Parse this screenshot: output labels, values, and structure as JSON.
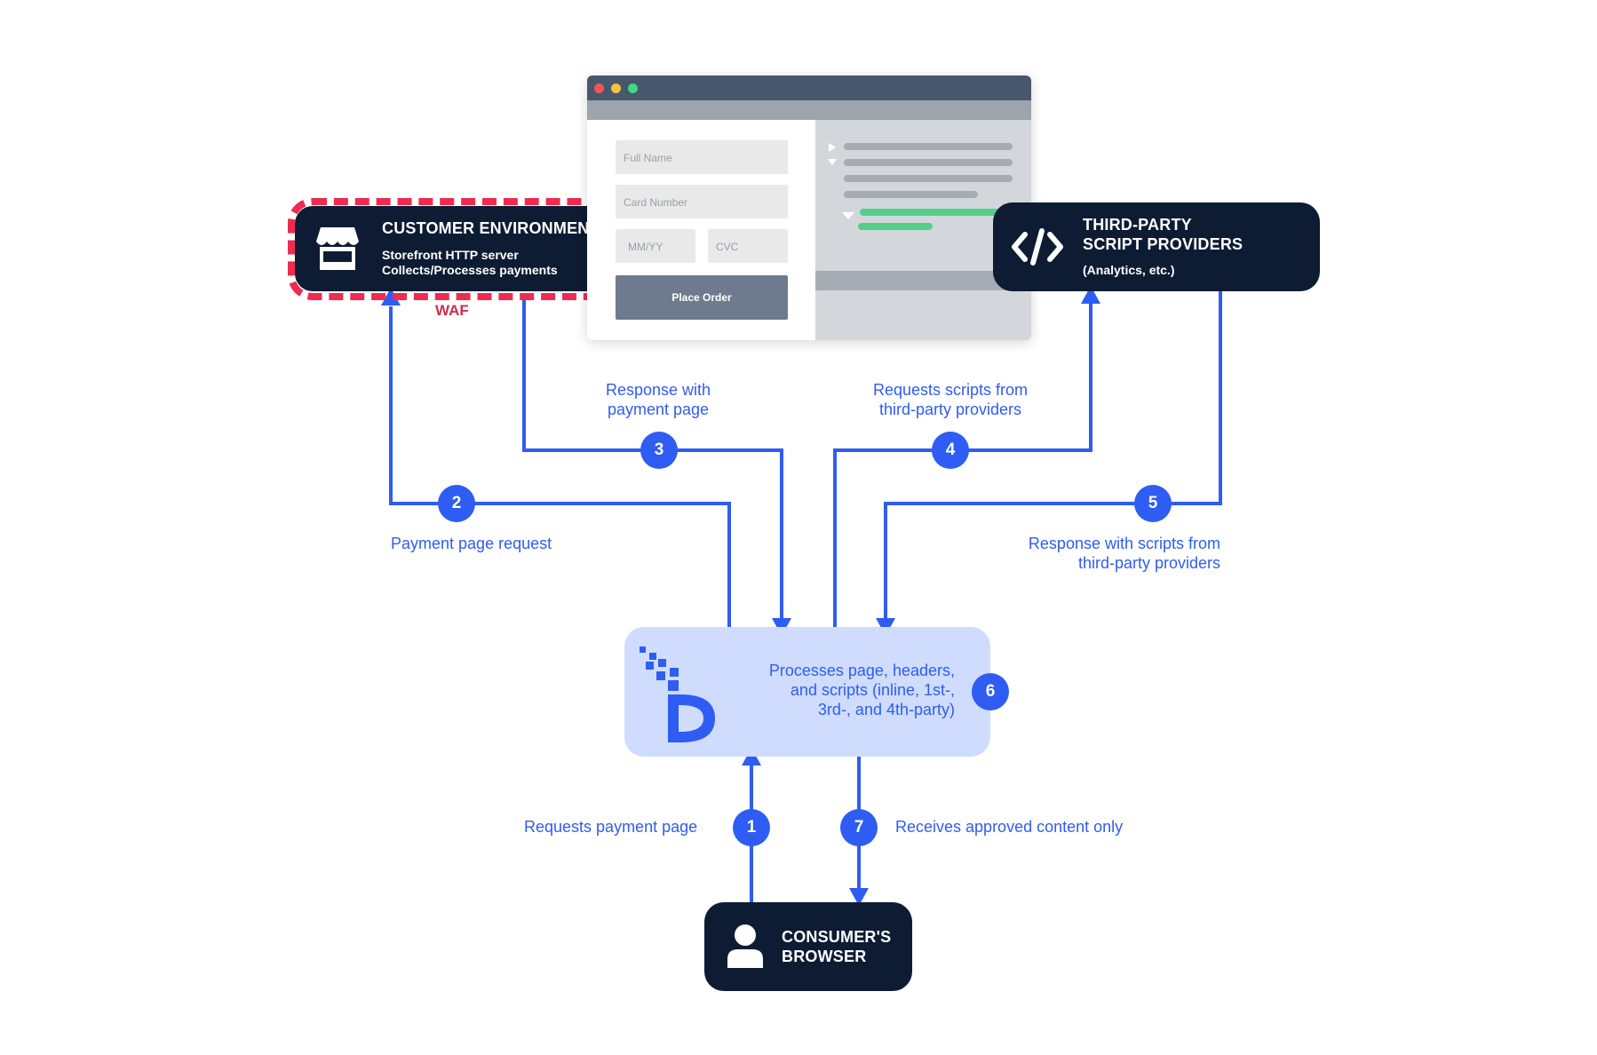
{
  "customer_env": {
    "title": "CUSTOMER ENVIRONMENT",
    "line1": "Storefront HTTP server",
    "line2": "Collects/Processes payments",
    "waf": "WAF",
    "icon": "storefront-icon"
  },
  "third_party": {
    "title_line1": "THIRD-PARTY",
    "title_line2": "SCRIPT PROVIDERS",
    "subtitle": "(Analytics, etc.)",
    "icon": "code-icon"
  },
  "browser_node": {
    "title_line1": "CONSUMER'S",
    "title_line2": "BROWSER",
    "icon": "user-icon"
  },
  "payment_form": {
    "full_name": "Full Name",
    "card_number": "Card Number",
    "expiry": "MM/YY",
    "cvc": "CVC",
    "button": "Place Order"
  },
  "processor": {
    "line1": "Processes page, headers,",
    "line2": "and scripts (inline, 1st-,",
    "line3": "3rd-, and 4th-party)",
    "icon": "d-logo-icon"
  },
  "steps": [
    {
      "number": "1",
      "label": "Requests payment page"
    },
    {
      "number": "2",
      "label": "Payment page request"
    },
    {
      "number": "3",
      "label_line1": "Response with",
      "label_line2": "payment page"
    },
    {
      "number": "4",
      "label_line1": "Requests scripts from",
      "label_line2": "third-party providers"
    },
    {
      "number": "5",
      "label_line1": "Response with scripts from",
      "label_line2": "third-party providers"
    },
    {
      "number": "6"
    },
    {
      "number": "7",
      "label": "Receives approved content only"
    }
  ],
  "colors": {
    "node_dark": "#0d1c33",
    "accent_blue": "#2f5cf2",
    "waf_red": "#f02b50",
    "processor_bg": "#cfdcfd"
  }
}
